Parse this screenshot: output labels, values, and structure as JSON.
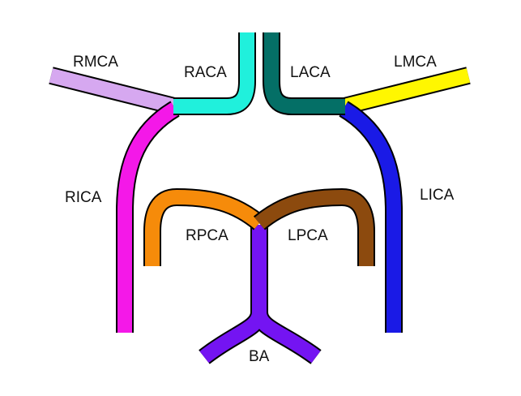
{
  "diagram": {
    "vessels": [
      {
        "id": "rmca",
        "label": "RMCA",
        "color": "#d6a8f0"
      },
      {
        "id": "raca",
        "label": "RACA",
        "color": "#20f0dc"
      },
      {
        "id": "laca",
        "label": "LACA",
        "color": "#046f66"
      },
      {
        "id": "lmca",
        "label": "LMCA",
        "color": "#fff700"
      },
      {
        "id": "rica",
        "label": "RICA",
        "color": "#f418e8"
      },
      {
        "id": "lica",
        "label": "LICA",
        "color": "#1a1ae6"
      },
      {
        "id": "rpca",
        "label": "RPCA",
        "color": "#f68b0a"
      },
      {
        "id": "lpca",
        "label": "LPCA",
        "color": "#8c4a0e"
      },
      {
        "id": "ba",
        "label": "BA",
        "color": "#7414f2"
      }
    ]
  }
}
